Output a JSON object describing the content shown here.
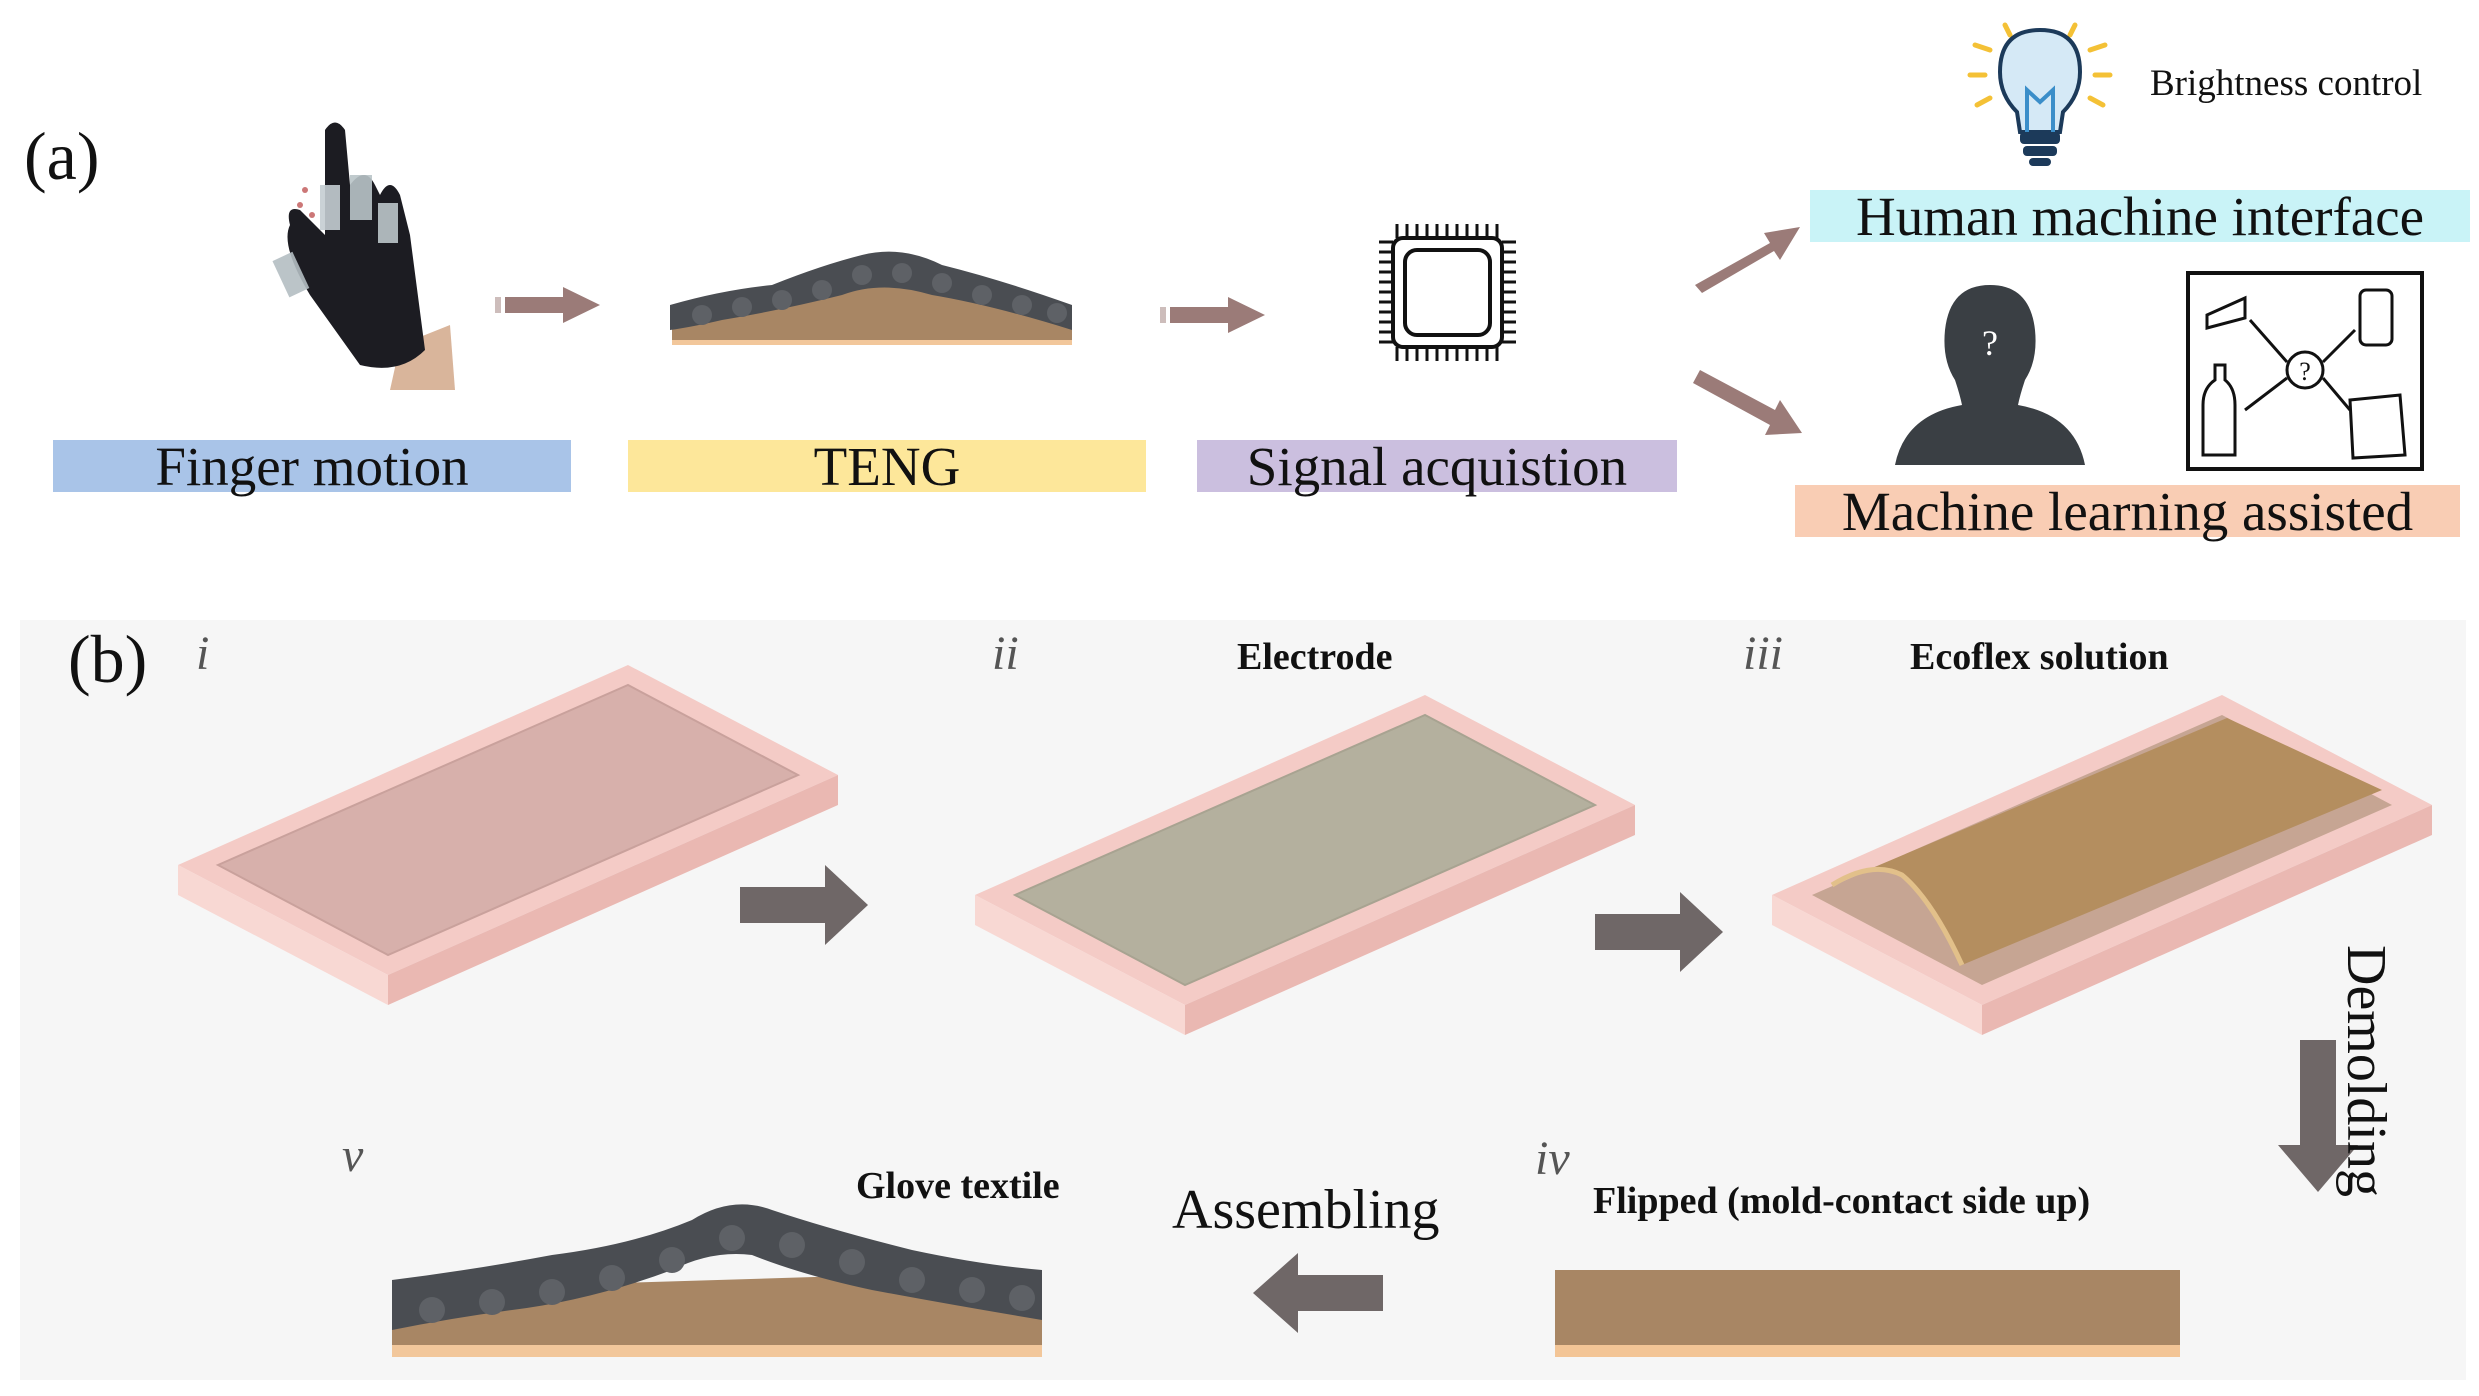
{
  "panel_a": {
    "label": "(a)",
    "steps": [
      {
        "label": "Finger motion",
        "color": "#a9c4e8"
      },
      {
        "label": "TENG",
        "color": "#fde79a"
      },
      {
        "label": "Signal acquistion",
        "color": "#cbbfdf"
      }
    ],
    "outputs": {
      "brightness": "Brightness control",
      "hmi": {
        "label": "Human machine interface",
        "color": "#c9f3f7"
      },
      "ml": {
        "label": "Machine learning assisted",
        "color": "#f9cdb4"
      },
      "question_mark": "?"
    },
    "arrow_color": "#9b7b78"
  },
  "panel_b": {
    "label": "(b)",
    "steps": [
      {
        "num": "i",
        "caption": ""
      },
      {
        "num": "ii",
        "caption": "Electrode"
      },
      {
        "num": "iii",
        "caption": "Ecoflex solution"
      },
      {
        "num": "iv",
        "caption": "Flipped (mold-contact side up)"
      },
      {
        "num": "v",
        "caption": "Glove textile"
      }
    ],
    "demolding": "Demolding",
    "assembling": "Assembling",
    "arrow_color": "#6f6767",
    "mold_color": "#f3c9c4",
    "ecoflex_color": "#b0906a"
  }
}
